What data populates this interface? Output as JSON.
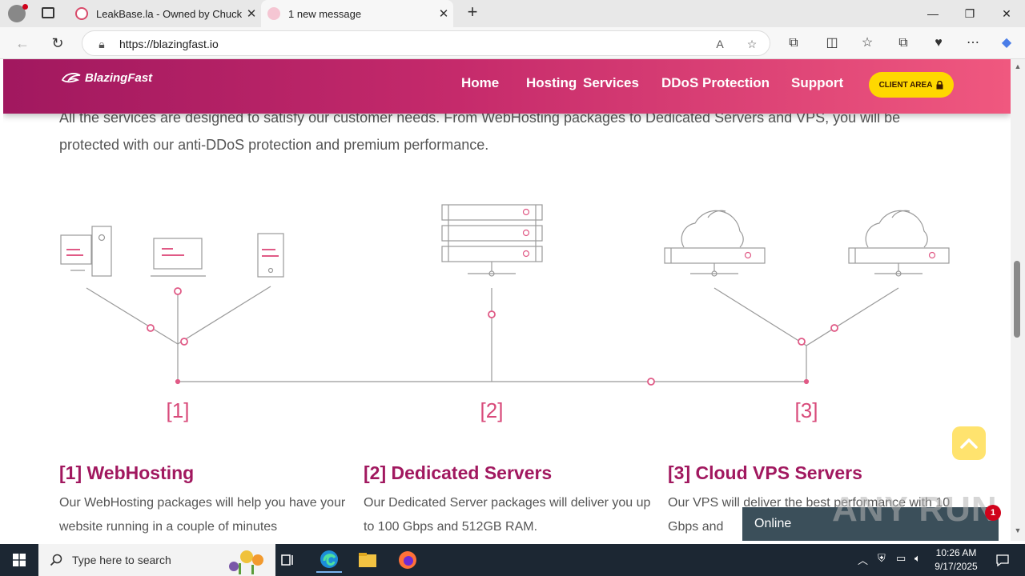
{
  "browser": {
    "tabs": [
      {
        "title": "LeakBase.la - Owned by Chucky",
        "active": false
      },
      {
        "title": "1 new message",
        "active": true
      }
    ],
    "url": "https://blazingfast.io"
  },
  "site": {
    "logo": "BlazingFast",
    "nav": {
      "home": "Home",
      "hosting": "Hosting",
      "services": "Services",
      "ddos": "DDoS Protection",
      "support": "Support",
      "client_area": "CLIENT AREA"
    },
    "intro_line1": "All the services are designed to satisfy our customer needs. From WebHosting packages to Dedicated Servers and VPS, you will be",
    "intro_line2": "protected with our anti-DDoS protection and premium performance.",
    "diagram_labels": [
      "[1]",
      "[2]",
      "[3]"
    ],
    "columns": [
      {
        "title": "[1] WebHosting",
        "text": "Our WebHosting packages will help you have your website running in a couple of minutes"
      },
      {
        "title": "[2] Dedicated Servers",
        "text": "Our Dedicated Server packages will deliver you up to 100 Gbps and 512GB RAM."
      },
      {
        "title": "[3] Cloud VPS Servers",
        "text": "Our VPS will deliver the best performance with 10 Gbps and"
      }
    ],
    "chat": {
      "status": "Online",
      "unread": "1"
    },
    "watermark": "ANY RUN"
  },
  "taskbar": {
    "search_placeholder": "Type here to search",
    "time": "10:26 AM",
    "date": "9/17/2025"
  },
  "colors": {
    "brand": "#a1185f",
    "accent": "#e05a86",
    "cta": "#ffd800"
  }
}
